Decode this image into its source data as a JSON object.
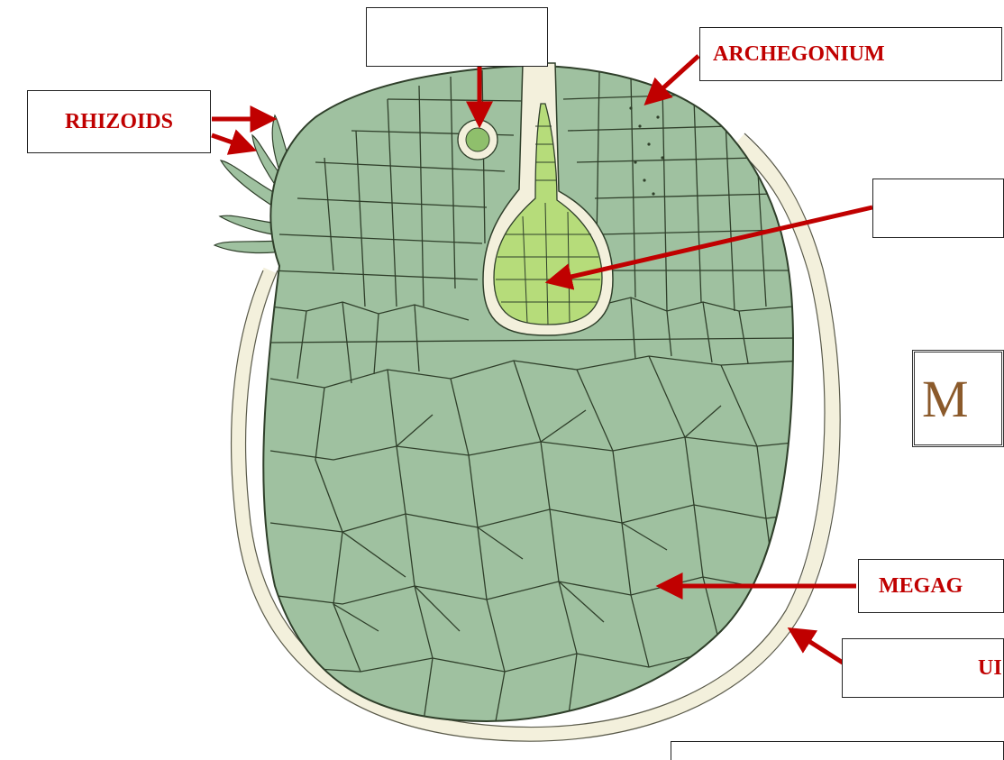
{
  "labels": {
    "rhizoids": "RHIZOIDS",
    "archegonium": "ARCHEGONIUM",
    "megagametophyte": "MEGAG",
    "unknown_bottom": "UI",
    "blank_top": "",
    "blank_right": "",
    "blank_bottom": ""
  },
  "title": {
    "text": "M"
  },
  "colors": {
    "tissue": "#9fc1a0",
    "cell_wall": "#2f3f2a",
    "embryo": "#b6dc7a",
    "spore_wall": "#f3f0dc",
    "arrow": "#c00000",
    "label_text": "#c00000",
    "title_text": "#8b5a2b"
  }
}
